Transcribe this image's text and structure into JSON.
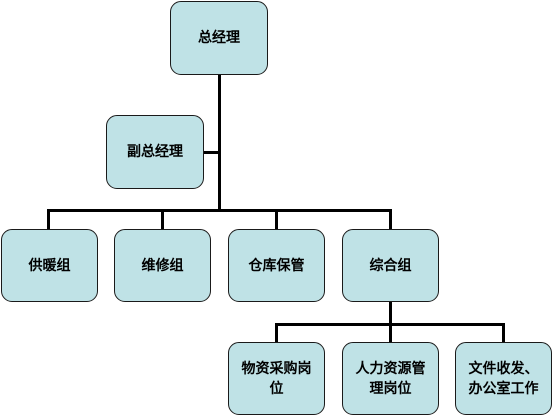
{
  "org_chart": {
    "general_manager": "总经理",
    "deputy_general_manager": "副总经理",
    "groups": [
      "供暖组",
      "维修组",
      "仓库保管",
      "综合组"
    ],
    "composite_group_positions": [
      "物资采购岗位",
      "人力资源管理岗位",
      "文件收发、办公室工作"
    ]
  },
  "colors": {
    "node_fill": "#bfe2e6",
    "node_border": "#1a1a1a",
    "connector": "#000000"
  }
}
